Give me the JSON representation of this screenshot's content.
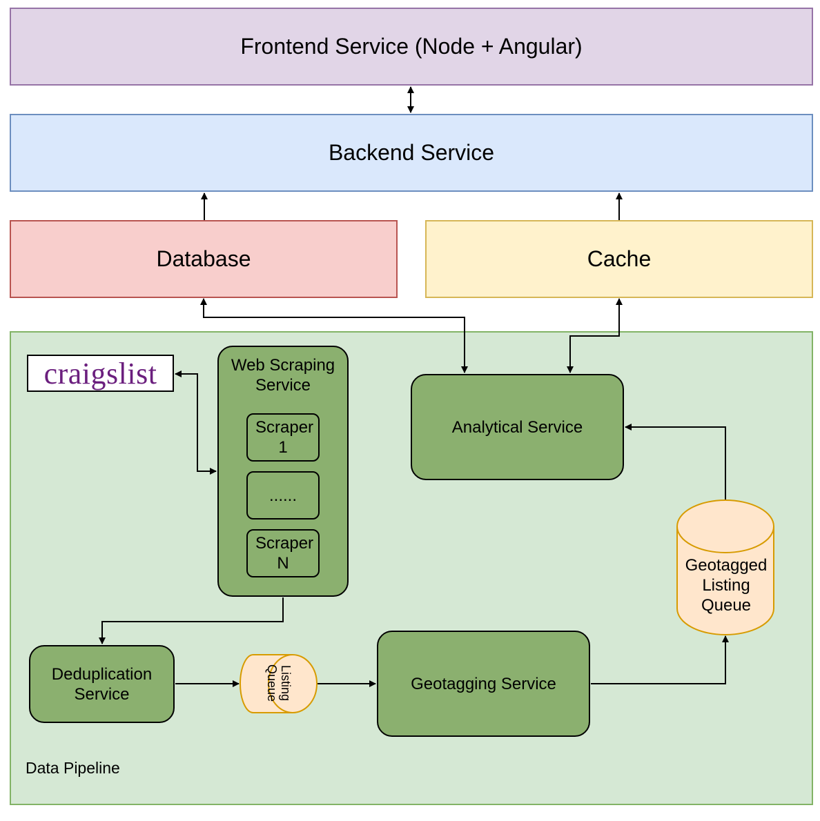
{
  "layers": {
    "frontend": "Frontend Service (Node + Angular)",
    "backend": "Backend Service",
    "database": "Database",
    "cache": "Cache"
  },
  "pipeline": {
    "label": "Data Pipeline",
    "craigslist": "craigslist",
    "web_scraping": "Web Scraping Service",
    "scrapers": [
      "Scraper 1",
      "......",
      "Scraper N"
    ],
    "analytical": "Analytical Service",
    "deduplication": "Deduplication Service",
    "listing_queue": "Listing Queue",
    "geotagging": "Geotagging Service",
    "geotagged_queue": "Geotagged Listing Queue"
  },
  "colors": {
    "frontend_fill": "#e1d5e7",
    "backend_fill": "#dae8fc",
    "database_fill": "#f8cecc",
    "cache_fill": "#fff2cc",
    "pipeline_fill": "#d5e8d4",
    "service_fill": "#8bb06f",
    "queue_fill": "#ffe6cc"
  }
}
